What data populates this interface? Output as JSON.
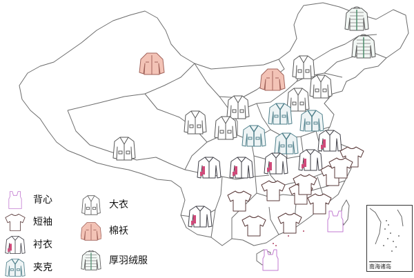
{
  "legend": {
    "items": [
      {
        "icon": "vest-icon",
        "label": "背心"
      },
      {
        "icon": "tshirt-icon",
        "label": "短袖"
      },
      {
        "icon": "shirt-icon",
        "label": "衬衣"
      },
      {
        "icon": "jacket-icon",
        "label": "夹克"
      },
      {
        "icon": "overcoat-icon",
        "label": "大衣"
      },
      {
        "icon": "cotton-jacket-icon",
        "label": "棉袄"
      },
      {
        "icon": "down-jacket-icon",
        "label": "厚羽绒服"
      }
    ]
  },
  "inset": {
    "label": "南海诸岛"
  },
  "colors": {
    "border": "#6b6b6b",
    "vest": "#c27ad1",
    "tshirt": "#5a3a3a",
    "shirt": "#3c3c44",
    "jacket": "#4e7f8a",
    "overcoat": "#555555",
    "cotton": "#f3c3b6",
    "down": "#4a8a6a"
  },
  "markers": [
    {
      "type": "down",
      "label": "厚羽绒服"
    },
    {
      "type": "down",
      "label": "厚羽绒服"
    },
    {
      "type": "cotton",
      "label": "棉袄"
    },
    {
      "type": "cotton",
      "label": "棉袄"
    },
    {
      "type": "overcoat",
      "label": "大衣"
    },
    {
      "type": "overcoat",
      "label": "大衣"
    },
    {
      "type": "overcoat",
      "label": "大衣"
    },
    {
      "type": "overcoat",
      "label": "大衣"
    },
    {
      "type": "overcoat",
      "label": "大衣"
    },
    {
      "type": "overcoat",
      "label": "大衣"
    },
    {
      "type": "overcoat",
      "label": "大衣"
    },
    {
      "type": "jacket",
      "label": "夹克"
    },
    {
      "type": "jacket",
      "label": "夹克"
    },
    {
      "type": "jacket",
      "label": "夹克"
    },
    {
      "type": "jacket",
      "label": "夹克"
    },
    {
      "type": "shirt",
      "label": "衬衣"
    },
    {
      "type": "shirt",
      "label": "衬衣"
    },
    {
      "type": "shirt",
      "label": "衬衣"
    },
    {
      "type": "shirt",
      "label": "衬衣"
    },
    {
      "type": "shirt",
      "label": "衬衣"
    },
    {
      "type": "shirt",
      "label": "衬衣"
    },
    {
      "type": "tshirt",
      "label": "短袖"
    },
    {
      "type": "tshirt",
      "label": "短袖"
    },
    {
      "type": "tshirt",
      "label": "短袖"
    },
    {
      "type": "tshirt",
      "label": "短袖"
    },
    {
      "type": "tshirt",
      "label": "短袖"
    },
    {
      "type": "tshirt",
      "label": "短袖"
    },
    {
      "type": "tshirt",
      "label": "短袖"
    },
    {
      "type": "tshirt",
      "label": "短袖"
    },
    {
      "type": "tshirt",
      "label": "短袖"
    },
    {
      "type": "tshirt",
      "label": "短袖"
    },
    {
      "type": "vest",
      "label": "背心"
    },
    {
      "type": "vest",
      "label": "背心"
    }
  ]
}
